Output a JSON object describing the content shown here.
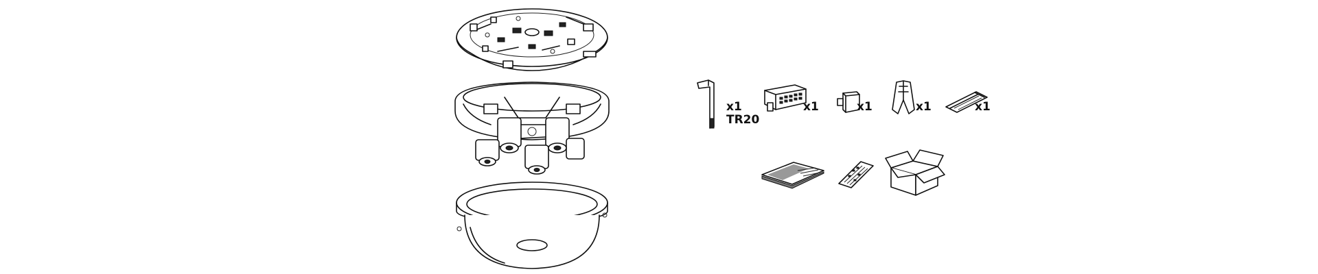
{
  "figure": {
    "parts": [
      {
        "icon": "hex-key-icon",
        "quantity": "x1",
        "sublabel": "TR20"
      },
      {
        "icon": "terminal-connector-icon",
        "quantity": "x1"
      },
      {
        "icon": "small-connector-icon",
        "quantity": "x1"
      },
      {
        "icon": "wire-clip-icon",
        "quantity": "x1"
      },
      {
        "icon": "desiccant-pack-icon",
        "quantity": "x1"
      }
    ],
    "documents": [
      {
        "icon": "printed-manual-icon"
      },
      {
        "icon": "label-sheet-icon"
      },
      {
        "icon": "open-box-icon"
      }
    ],
    "assembly": [
      {
        "icon": "mounting-plate-icon"
      },
      {
        "icon": "camera-body-icon"
      },
      {
        "icon": "dome-cover-icon"
      }
    ]
  }
}
